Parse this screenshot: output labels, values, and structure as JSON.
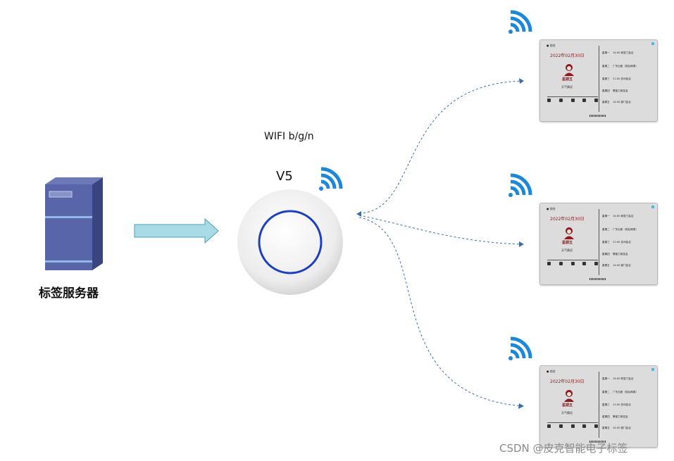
{
  "server": {
    "label": "标签服务器",
    "icon": "server-icon"
  },
  "access_point": {
    "model": "V5",
    "wifi_standard": "WIFI b/g/n",
    "icon": "access-point-icon"
  },
  "esl_tag": {
    "brand": "● 前台",
    "date": "2022年02月30日",
    "weekday": "星期五",
    "weather_title": "天气情况",
    "schedule": [
      {
        "day": "星期一",
        "text": "14:00 研发门会议"
      },
      {
        "day": "星期二",
        "text": "广东出差（前后两周）"
      },
      {
        "day": "星期三",
        "text": "11:00 总司会议"
      },
      {
        "day": "星期四",
        "text": "警能力测定会"
      },
      {
        "day": "星期五",
        "text": "14:00 部门会议"
      }
    ]
  },
  "watermark": "CSDN @皮克智能电子标签",
  "colors": {
    "arrow_fill": "#a8dbe6",
    "arrow_stroke": "#4aa0b8",
    "wifi": "#1e88d8",
    "link": "#3a6ea8",
    "ap_ring": "#1f3fbf",
    "tag_red": "#8b1a1a"
  }
}
